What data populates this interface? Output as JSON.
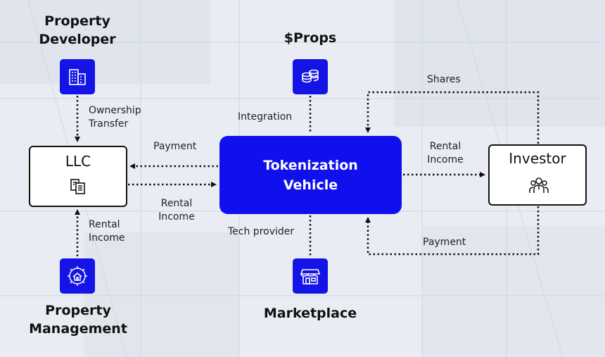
{
  "nodes": {
    "property_developer": {
      "title_line1": "Property",
      "title_line2": "Developer",
      "icon": "building-icon"
    },
    "props": {
      "title": "$Props",
      "icon": "coins-icon"
    },
    "llc": {
      "title": "LLC",
      "icon": "documents-icon"
    },
    "tokenization_vehicle": {
      "title_line1": "Tokenization",
      "title_line2": "Vehicle"
    },
    "investor": {
      "title": "Investor",
      "icon": "people-icon"
    },
    "property_management": {
      "title_line1": "Property",
      "title_line2": "Management",
      "icon": "house-gear-icon"
    },
    "marketplace": {
      "title": "Marketplace",
      "icon": "storefront-icon"
    }
  },
  "edges": {
    "ownership_transfer": {
      "line1": "Ownership",
      "line2": "Transfer"
    },
    "integration": "Integration",
    "payment_to_llc": "Payment",
    "rental_income_to_tv": {
      "line1": "Rental",
      "line2": "Income"
    },
    "rental_income_from_pm": {
      "line1": "Rental",
      "line2": "Income"
    },
    "tech_provider": "Tech provider",
    "shares": "Shares",
    "rental_income_to_investor": {
      "line1": "Rental",
      "line2": "Income"
    },
    "payment_from_investor": "Payment"
  },
  "colors": {
    "accent": "#1010ee",
    "icon_bg": "#1414e6",
    "stroke": "#111111"
  }
}
